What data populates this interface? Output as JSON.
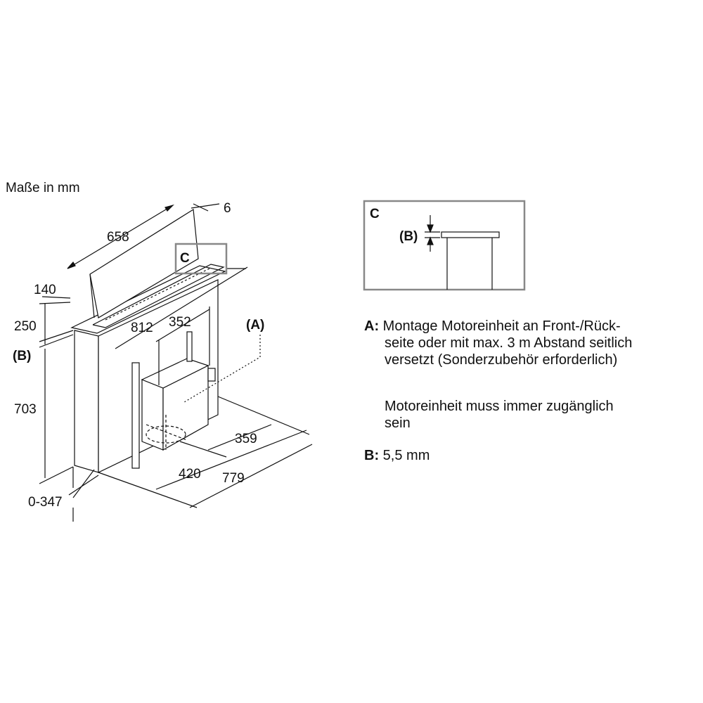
{
  "units_label": "Maße in mm",
  "dimensions": {
    "top_offset": "6",
    "panel_width": "658",
    "depth_140": "140",
    "height_250": "250",
    "B_marker": "(B)",
    "body_height": "703",
    "adjust_range": "0-347",
    "width_812": "812",
    "motor_352": "352",
    "motor_depth": "359",
    "spacing_420": "420",
    "total_779": "779",
    "A_marker": "(A)",
    "C_marker": "C"
  },
  "detail": {
    "title": "C",
    "B_marker": "(B)"
  },
  "notes": {
    "a_key": "A:",
    "a_line1": "Montage Motoreinheit an Front-/Rück-",
    "a_line2": "seite oder mit max. 3 m Abstand seitlich",
    "a_line3": "versetzt (Sonderzubehör erforderlich)",
    "motor_line1": "Motoreinheit muss immer zugänglich",
    "motor_line2": "sein",
    "b_key": "B:",
    "b_value": "5,5 mm"
  }
}
